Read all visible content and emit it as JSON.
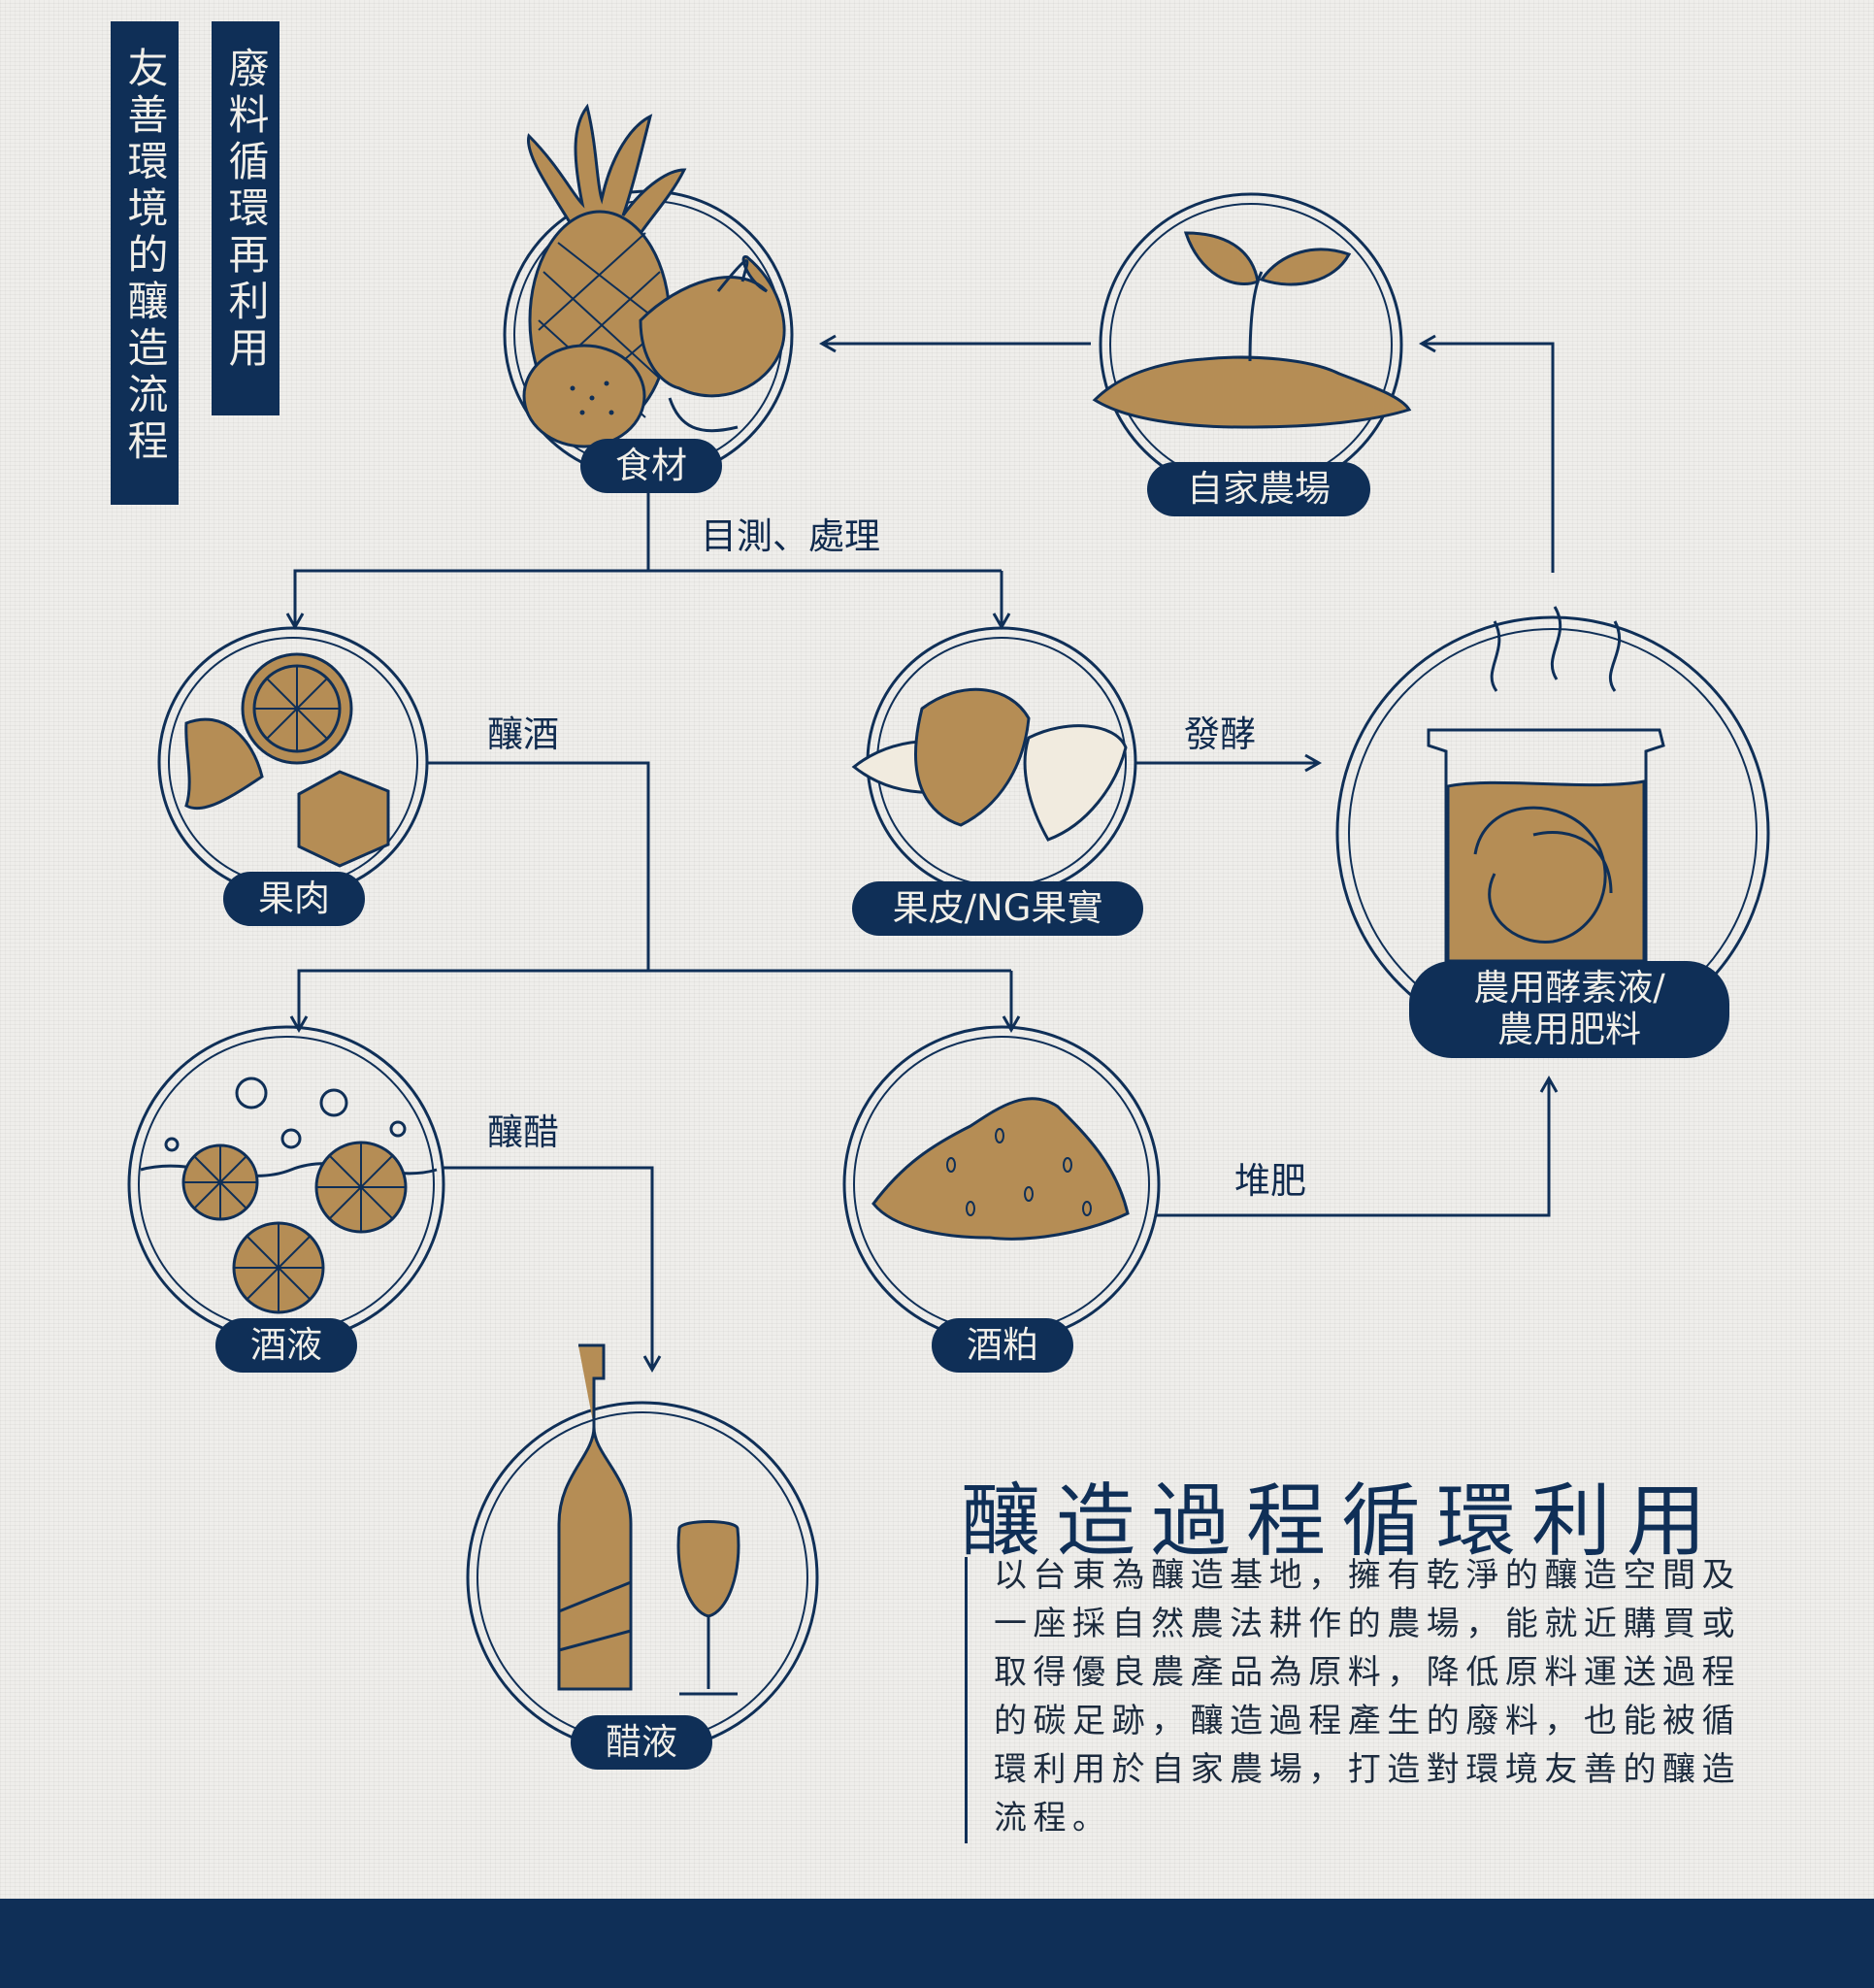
{
  "side_tags": {
    "left": "友善環境的釀造流程",
    "right": "廢料循環再利用"
  },
  "nodes": {
    "ingredients": "食材",
    "farm": "自家農場",
    "flesh": "果肉",
    "peel": "果皮/NG果實",
    "enzyme_line1": "農用酵素液/",
    "enzyme_line2": "農用肥料",
    "wine": "酒液",
    "lees": "酒粕",
    "vinegar": "醋液"
  },
  "edges": {
    "inspect": "目測、處理",
    "brew_wine": "釀酒",
    "ferment": "發酵",
    "brew_vinegar": "釀醋",
    "compost": "堆肥"
  },
  "section": {
    "title": "釀造過程循環利用",
    "description": "以台東為釀造基地，擁有乾淨的釀造空間及一座採自然農法耕作的農場，能就近購買或取得優良農產品為原料，降低原料運送過程的碳足跡，釀造過程產生的廢料，也能被循環利用於自家農場，打造對環境友善的釀造流程。"
  },
  "colors": {
    "navy": "#0f2f57",
    "gold": "#b58d55",
    "background": "#efeeeb"
  }
}
